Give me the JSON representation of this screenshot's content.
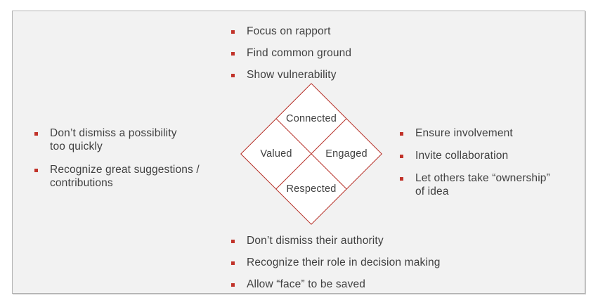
{
  "slide": {
    "background_color": "#f2f2f2",
    "border_color": "#b3b3b3",
    "accent_color": "#b52b22",
    "bullet_color": "#c1332a",
    "text_color": "#404040"
  },
  "diagram": {
    "type": "four-diamond-cluster",
    "nodes": [
      {
        "id": "connected",
        "label": "Connected",
        "position": "top"
      },
      {
        "id": "valued",
        "label": "Valued",
        "position": "left"
      },
      {
        "id": "engaged",
        "label": "Engaged",
        "position": "right"
      },
      {
        "id": "respected",
        "label": "Respected",
        "position": "bottom"
      }
    ]
  },
  "bullet_groups": {
    "top": {
      "linked_node": "connected",
      "items": [
        "Focus on rapport",
        "Find common ground",
        "Show vulnerability"
      ]
    },
    "left": {
      "linked_node": "valued",
      "items": [
        "Don’t dismiss a possibility\ntoo quickly",
        "Recognize great suggestions /\ncontributions"
      ]
    },
    "right": {
      "linked_node": "engaged",
      "items": [
        "Ensure involvement",
        "Invite collaboration",
        "Let others take “ownership”\nof idea"
      ]
    },
    "bottom": {
      "linked_node": "respected",
      "items": [
        "Don’t dismiss their authority",
        "Recognize their role in decision making",
        "Allow “face” to be saved"
      ]
    }
  }
}
